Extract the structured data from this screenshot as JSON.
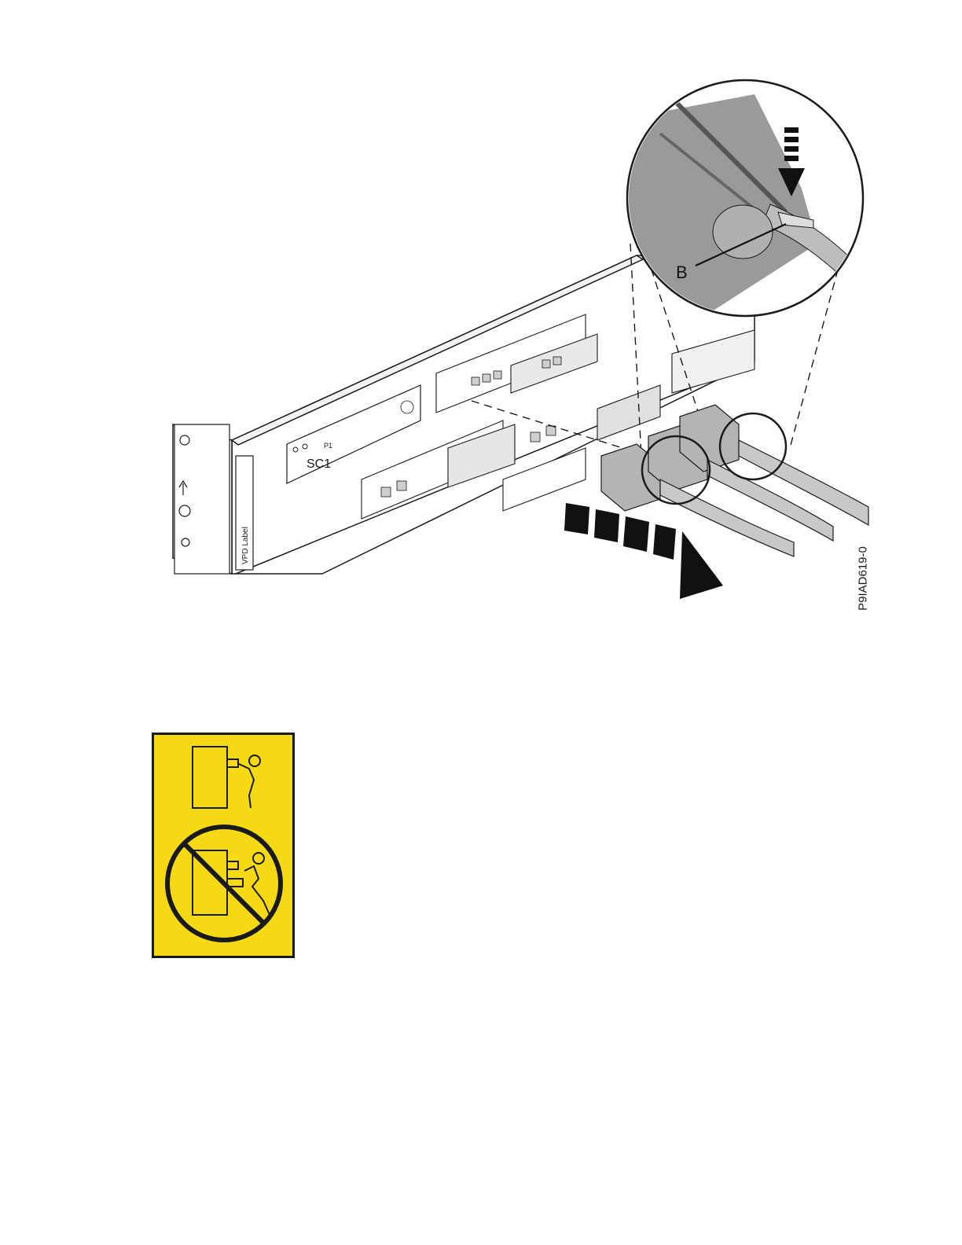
{
  "figure": {
    "callout": "B",
    "figure_id": "P9IAD619-0",
    "panel_labels": {
      "system_control": "SC1",
      "vpd_label": "VPD Label",
      "port_p1": "P1"
    }
  },
  "colors": {
    "label_yellow": "#f5d915",
    "label_border": "#1a1a1a",
    "connector_gray": "#b4b4b4"
  },
  "icons": {
    "pull_arrow": "pull-direction-arrow-icon",
    "push_arrow": "push-tab-arrow-icon",
    "safety": "no-standing-on-drawer-icon"
  }
}
